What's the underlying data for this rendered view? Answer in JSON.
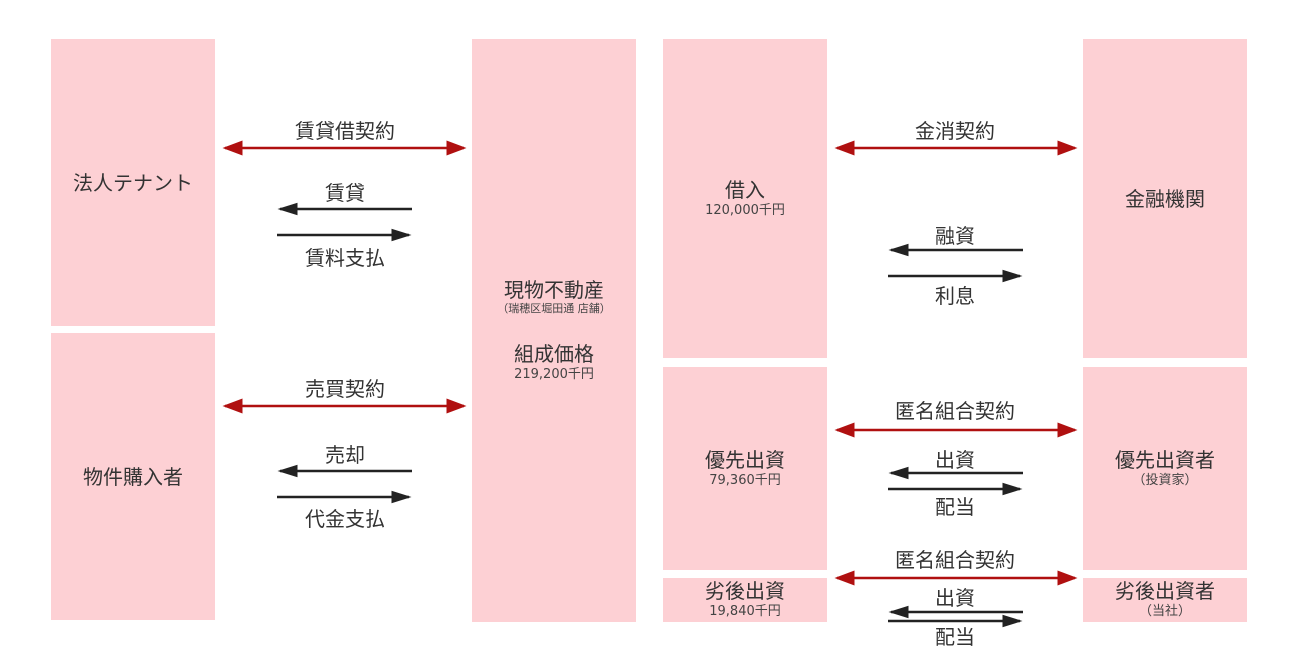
{
  "colors": {
    "box": "#fdd0d4",
    "contract_arrow": "#b01010",
    "flow_arrow": "#222222"
  },
  "boxes": {
    "tenant": {
      "title": "法人テナント"
    },
    "buyer": {
      "title": "物件購入者"
    },
    "property": {
      "title": "現物不動産",
      "subtitle": "（瑞穂区堀田通 店舗）",
      "price_label": "組成価格",
      "price": "219,200千円"
    },
    "loan": {
      "title": "借入",
      "amount": "120,000千円"
    },
    "bank": {
      "title": "金融機関"
    },
    "senior_equity": {
      "title": "優先出資",
      "amount": "79,360千円"
    },
    "senior_investor": {
      "title": "優先出資者",
      "note": "（投資家）"
    },
    "junior_equity": {
      "title": "劣後出資",
      "amount": "19,840千円"
    },
    "junior_investor": {
      "title": "劣後出資者",
      "note": "（当社）"
    }
  },
  "labels": {
    "lease_contract": "賃貸借契約",
    "lease": "賃貸",
    "rent_payment": "賃料支払",
    "sale_contract": "売買契約",
    "sale": "売却",
    "price_payment": "代金支払",
    "loan_contract": "金消契約",
    "financing": "融資",
    "interest": "利息",
    "tk_contract_1": "匿名組合契約",
    "investment_1": "出資",
    "dividend_1": "配当",
    "tk_contract_2": "匿名組合契約",
    "investment_2": "出資",
    "dividend_2": "配当"
  }
}
